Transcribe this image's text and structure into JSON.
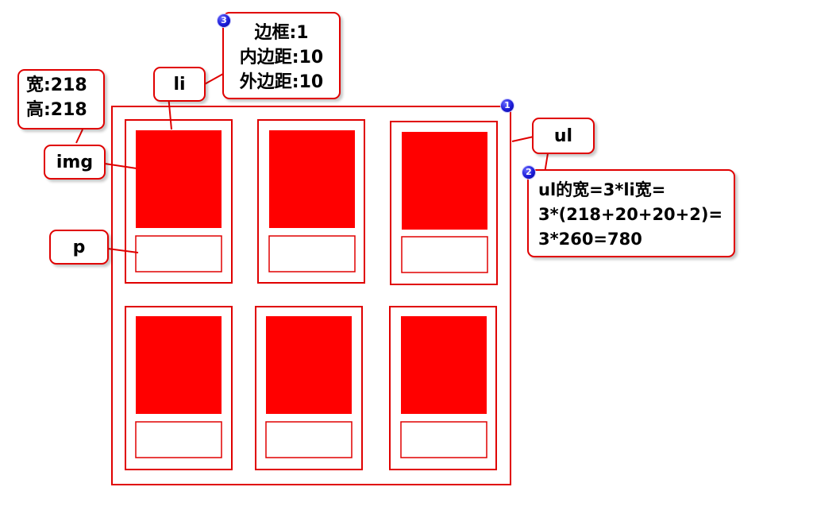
{
  "callouts": {
    "size_note": {
      "lines": [
        "宽:218",
        "高:218"
      ]
    },
    "li": "li",
    "img": "img",
    "p": "p",
    "ul": "ul",
    "li_box_note": {
      "lines": [
        "边框:1",
        "内边距:10",
        "外边距:10"
      ]
    },
    "ul_width_note": {
      "lines": [
        "ul的宽=3*li宽=",
        "3*(218+20+20+2)=",
        "3*260=780"
      ]
    }
  },
  "badges": {
    "ul": "1",
    "ul_width": "2",
    "li_box": "3"
  },
  "colors": {
    "outline": "#e00000",
    "img_fill": "#ff0000",
    "badge": "#1a1ad8"
  },
  "layout_items": {
    "columns": 3,
    "rows": 2,
    "li_count": 6
  }
}
